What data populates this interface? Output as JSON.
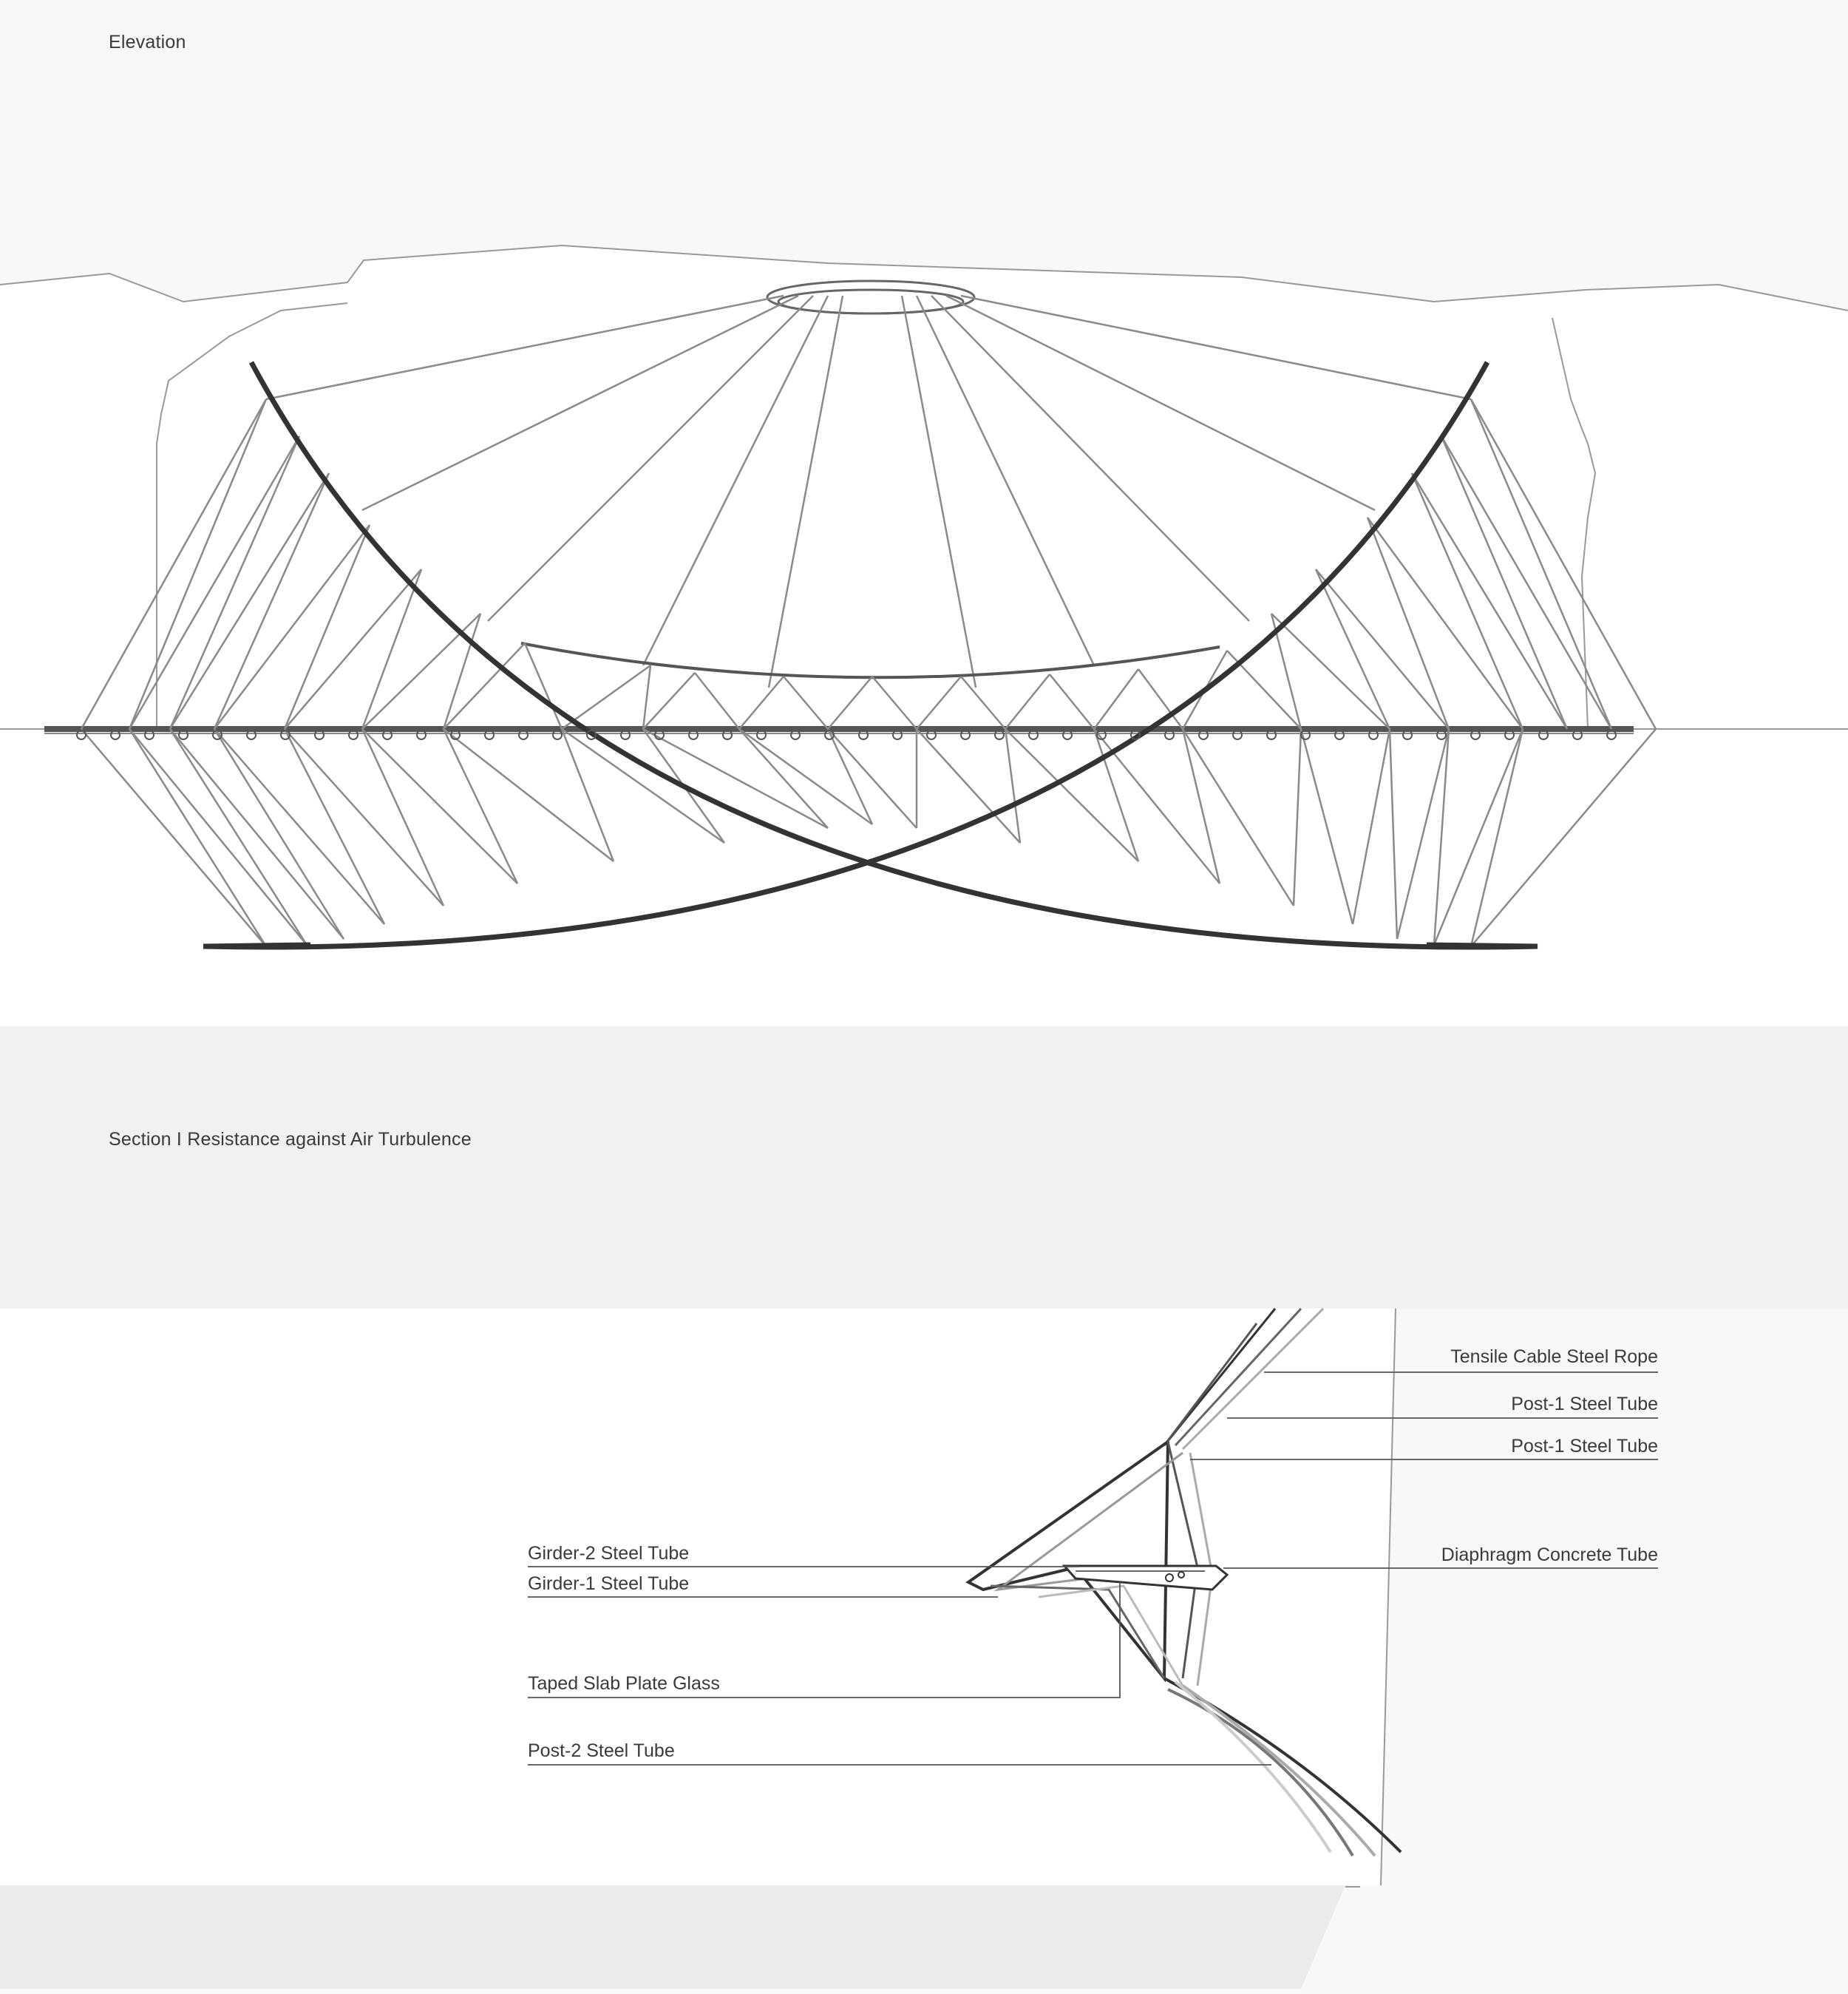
{
  "elevation": {
    "title": "Elevation"
  },
  "section": {
    "title": "Section I Resistance against Air Turbulence",
    "labels_right": [
      "Tensile Cable Steel Rope",
      "Post-1 Steel Tube",
      "Post-1 Steel Tube",
      "Diaphragm Concrete Tube"
    ],
    "labels_left": [
      "Girder-2 Steel Tube",
      "Girder-1 Steel Tube",
      "Taped Slab Plate Glass",
      "Post-2 Steel Tube"
    ]
  },
  "colors": {
    "background": "#f8f8f8",
    "white_area": "#ffffff",
    "section_band": "#f1f0f2",
    "ground_band": "#ebebed",
    "line_light": "#8a8a8a",
    "line_dark": "#333333",
    "text": "#3a3a3a"
  }
}
